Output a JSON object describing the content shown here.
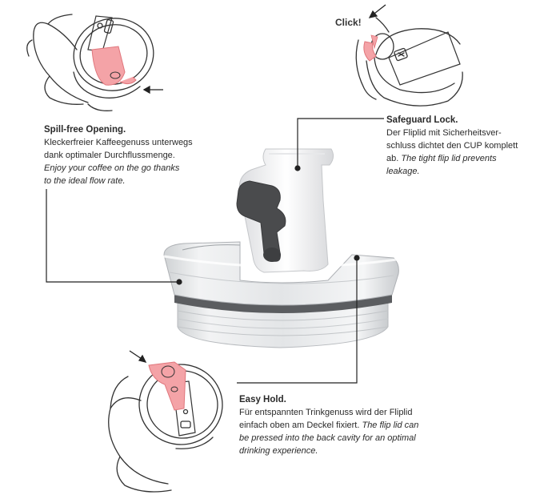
{
  "spill_free": {
    "title": "Spill-free Opening.",
    "line1": "Kleckerfreier Kaffeegenuss unterwegs",
    "line2": "dank optimaler Durchflussmenge.",
    "line3_italic": "Enjoy your coffee on the go thanks",
    "line4_italic": "to the ideal flow rate."
  },
  "safeguard": {
    "title": "Safeguard Lock.",
    "line1": "Der Fliplid mit Sicherheitsver-",
    "line2": "schluss dichtet den CUP komplett",
    "line3_plain": "ab. ",
    "line3_italic": "The tight flip lid prevents",
    "line4_italic": "leakage."
  },
  "easy_hold": {
    "title": "Easy Hold.",
    "line1": "Für entspannten Trinkgenuss wird der Fliplid",
    "line2_plain": "einfach oben am Deckel fixiert. ",
    "line2_italic": "The flip lid can",
    "line3_italic": "be pressed into the back cavity for an optimal",
    "line4_italic": "drinking experience."
  },
  "click_label": "Click!",
  "colors": {
    "highlight": "#f08a8f",
    "highlight_fill": "#f4a3a7",
    "line": "#333333",
    "knob": "#4a4b4d"
  }
}
